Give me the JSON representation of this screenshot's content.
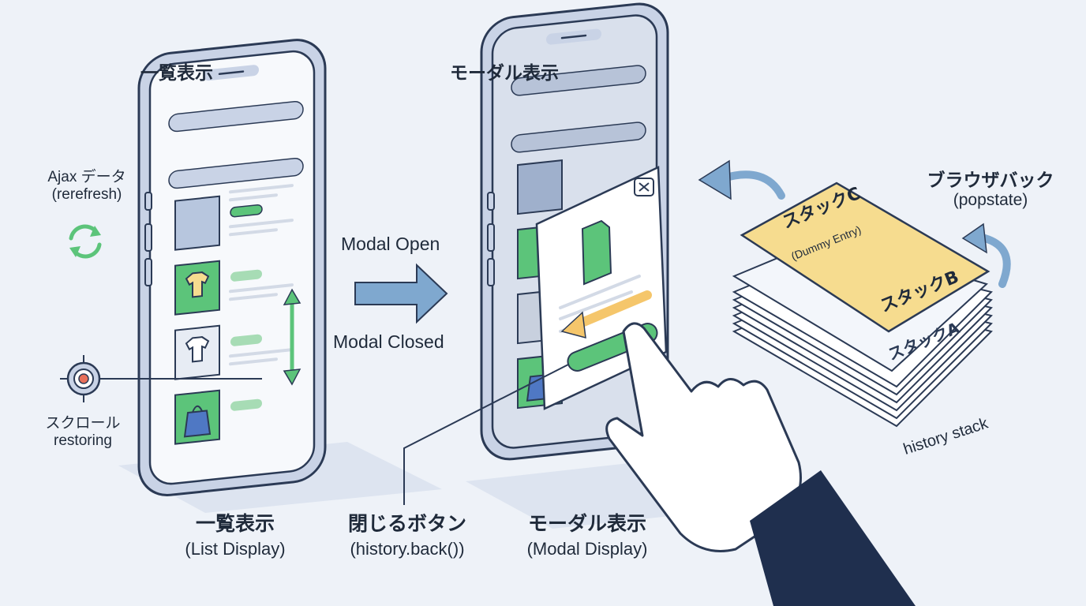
{
  "labels": {
    "list_title": "一覧表示",
    "modal_title": "モーダル表示",
    "ajax_line1": "Ajax データ",
    "ajax_line2": "(rerefresh)",
    "scroll_line1": "スクロール",
    "scroll_line2": "restoring",
    "modal_open": "Modal Open",
    "modal_closed": "Modal Closed",
    "browser_back_line1": "ブラウザバック",
    "browser_back_line2": "(popstate)",
    "stack_c": "スタックC",
    "stack_c_sub": "(Dummy Entry)",
    "stack_b": "スタックB",
    "stack_a": "スタックA",
    "history_stack": "history stack",
    "bottom_list_jp": "一覧表示",
    "bottom_list_en": "(List Display)",
    "bottom_close_jp": "閉じるボタン",
    "bottom_close_en": "(history.back())",
    "bottom_modal_jp": "モーダル表示",
    "bottom_modal_en": "(Modal Display)"
  },
  "colors": {
    "phone_frame": "#c9d3e6",
    "outline": "#2b3a55",
    "accent_blue": "#7fa8cf",
    "green": "#5cc47a",
    "yellow_card": "#f6dc8f",
    "orange_arrow": "#f5c66b",
    "sleeve": "#1f2f4e"
  },
  "icons": [
    "refresh-icon",
    "target-icon",
    "tshirt-icon",
    "shopping-bag-icon",
    "document-icon",
    "close-icon",
    "back-arrow-icon",
    "hand-pointer-icon"
  ]
}
